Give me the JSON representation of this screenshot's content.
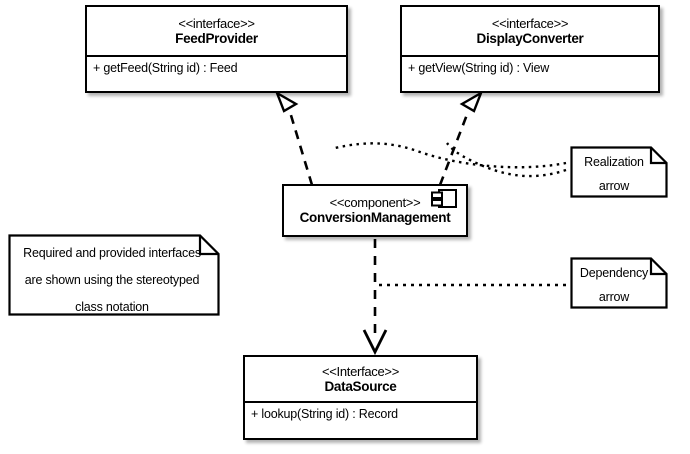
{
  "diagram": {
    "title": "UML component and interface diagram",
    "line_color": "#000000",
    "box_fill": "#ffffff"
  },
  "interfaces": [
    {
      "id": "feed-provider",
      "stereotype": "<<interface>>",
      "name": "FeedProvider",
      "operation": "+ getFeed(String id) : Feed"
    },
    {
      "id": "display-converter",
      "stereotype": "<<interface>>",
      "name": "DisplayConverter",
      "operation": "+ getView(String id) : View"
    },
    {
      "id": "data-source",
      "stereotype": "<<Interface>>",
      "name": "DataSource",
      "operation": "+ lookup(String id) : Record"
    }
  ],
  "component": {
    "id": "conversion-management",
    "stereotype": "<<component>>",
    "name": "ConversionManagement",
    "icon": "component-icon"
  },
  "notes": [
    {
      "id": "stereotype-note",
      "lines": [
        "Required and provided interfaces",
        "are shown using the stereotyped",
        "class notation"
      ]
    },
    {
      "id": "realization-note",
      "lines": [
        "Realization",
        "arrow"
      ]
    },
    {
      "id": "dependency-note",
      "lines": [
        "Dependency",
        "arrow"
      ]
    }
  ],
  "connectors": [
    {
      "id": "realization-to-feed-provider",
      "kind": "realization",
      "from": "conversion-management",
      "to": "feed-provider",
      "arrowhead": "hollow-triangle",
      "stroke": "dashed"
    },
    {
      "id": "realization-to-display-converter",
      "kind": "realization",
      "from": "conversion-management",
      "to": "display-converter",
      "arrowhead": "hollow-triangle",
      "stroke": "dashed"
    },
    {
      "id": "dependency-to-data-source",
      "kind": "dependency",
      "from": "conversion-management",
      "to": "data-source",
      "arrowhead": "open-v",
      "stroke": "dashed"
    }
  ],
  "leaders": [
    {
      "id": "realization-note-leader",
      "stroke": "dotted"
    },
    {
      "id": "dependency-note-leader",
      "stroke": "dotted"
    }
  ]
}
